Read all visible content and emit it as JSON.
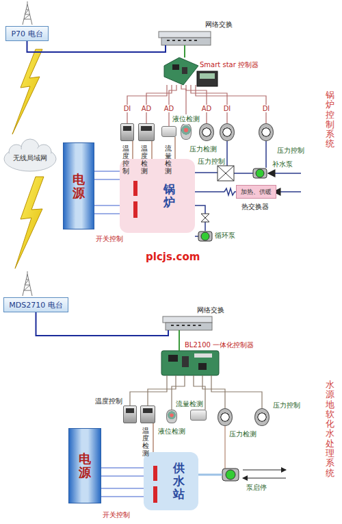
{
  "diagram": {
    "nodes": [
      {
        "text": [
          "P70 电台"
        ]
      },
      {
        "text": [
          "网络交换"
        ]
      },
      {
        "text": [
          "Smart star 控制器"
        ]
      },
      {
        "text": [
          "温度控制"
        ]
      },
      {
        "text": [
          "温度检测"
        ]
      },
      {
        "text": [
          "液位检测"
        ]
      },
      {
        "text": [
          "流量检测"
        ]
      },
      {
        "text": [
          "压力检测"
        ]
      },
      {
        "text": [
          "压力控制"
        ]
      },
      {
        "text": [
          "压力控制"
        ]
      },
      {
        "text": [
          "无线局域网"
        ]
      },
      {
        "text": [
          "电源"
        ]
      },
      {
        "text": [
          "锅炉"
        ]
      },
      {
        "text": [
          "加热、供暖",
          "热交换器"
        ]
      },
      {
        "text": [
          "MDS2710 电台"
        ]
      },
      {
        "text": [
          "网络交换"
        ]
      },
      {
        "text": [
          "BL2100 一体化控制器"
        ]
      },
      {
        "text": [
          "温度控制"
        ]
      },
      {
        "text": [
          "温度检测"
        ]
      },
      {
        "text": [
          "液位检测"
        ]
      },
      {
        "text": [
          "流量检测"
        ]
      },
      {
        "text": [
          "压力检测"
        ]
      },
      {
        "text": [
          "压力控制"
        ]
      },
      {
        "text": [
          "电源"
        ]
      },
      {
        "text": [
          "供水站"
        ]
      }
    ],
    "edges": [
      {
        "from": 0,
        "to": 1,
        "arrow": "none"
      },
      {
        "from": 1,
        "to": 2,
        "arrow": "none"
      },
      {
        "from": 2,
        "to": 3,
        "label": "DI",
        "arrow": "none"
      },
      {
        "from": 2,
        "to": 4,
        "label": "AD",
        "arrow": "none"
      },
      {
        "from": 2,
        "to": 6,
        "label": "AD",
        "arrow": "none"
      },
      {
        "from": 2,
        "to": 5,
        "arrow": "none"
      },
      {
        "from": 2,
        "to": 7,
        "label": "AD",
        "arrow": "none"
      },
      {
        "from": 2,
        "to": 8,
        "label": "DI",
        "arrow": "none"
      },
      {
        "from": 2,
        "to": 9,
        "label": "DI",
        "arrow": "none"
      },
      {
        "from": 11,
        "to": 12,
        "arrow": "none"
      },
      {
        "from": 3,
        "to": 12,
        "arrow": "none"
      },
      {
        "from": 4,
        "to": 12,
        "arrow": "none"
      },
      {
        "from": 6,
        "to": 12,
        "arrow": "none"
      },
      {
        "from": 14,
        "to": 15,
        "arrow": "none"
      },
      {
        "from": 15,
        "to": 16,
        "arrow": "none"
      },
      {
        "from": 16,
        "to": 17,
        "arrow": "none"
      },
      {
        "from": 16,
        "to": 18,
        "arrow": "none"
      },
      {
        "from": 16,
        "to": 19,
        "arrow": "none"
      },
      {
        "from": 16,
        "to": 20,
        "arrow": "none"
      },
      {
        "from": 16,
        "to": 21,
        "arrow": "none"
      },
      {
        "from": 16,
        "to": 22,
        "arrow": "none"
      },
      {
        "from": 23,
        "to": 24,
        "arrow": "none"
      },
      {
        "from": 18,
        "to": 24,
        "arrow": "none"
      }
    ],
    "labels": [
      "补水泵",
      "循环泵",
      "开关控制",
      "锅炉控制系统",
      "plcjs.com",
      "开关控制",
      "泵启停",
      "水源地软化水处理系统"
    ]
  }
}
